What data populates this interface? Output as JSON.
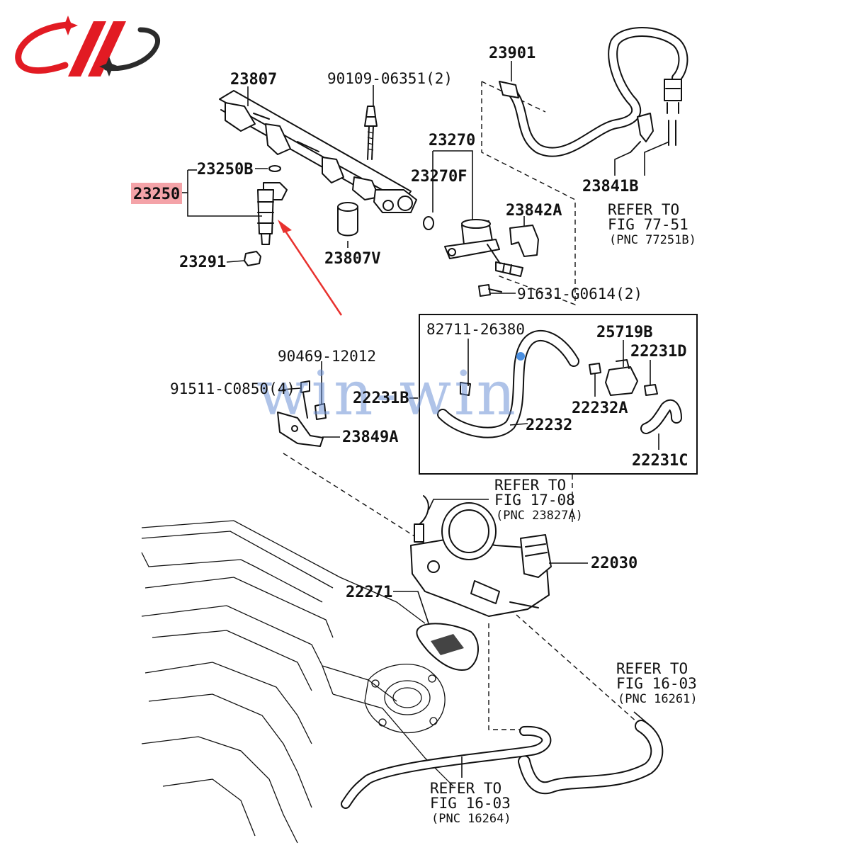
{
  "colors": {
    "highlight": "#f4a3a8",
    "arrow": "#e8322f",
    "watermark": "#6f93d6",
    "logo_red": "#e21b23",
    "logo_dark": "#2b2b2b"
  },
  "watermark": "win-win",
  "labels": {
    "p23807": "23807",
    "p90109": "90109-06351(2)",
    "p23901": "23901",
    "p23250B": "23250B",
    "p23250": "23250",
    "p23270": "23270",
    "p23270F": "23270F",
    "p23842A": "23842A",
    "p23841B": "23841B",
    "p23291": "23291",
    "p23807V": "23807V",
    "p91631": "91631-G0614(2)",
    "p82711": "82711-26380",
    "p25719B": "25719B",
    "p22231D": "22231D",
    "p90469": "90469-12012",
    "p91511": "91511-C0850(4)",
    "p22231B": "22231B",
    "p22232A": "22232A",
    "p22232": "22232",
    "p23849A": "23849A",
    "p22231C": "22231C",
    "p22030": "22030",
    "p22271": "22271"
  },
  "refers": {
    "r1": {
      "l1": "REFER TO",
      "l2": "FIG 77-51",
      "l3": "(PNC 77251B)"
    },
    "r2": {
      "l1": "REFER TO",
      "l2": "FIG 17-08",
      "l3": "(PNC 23827A)"
    },
    "r3": {
      "l1": "REFER TO",
      "l2": "FIG 16-03",
      "l3": "(PNC 16261)"
    },
    "r4": {
      "l1": "REFER TO",
      "l2": "FIG 16-03",
      "l3": "(PNC 16264)"
    }
  }
}
